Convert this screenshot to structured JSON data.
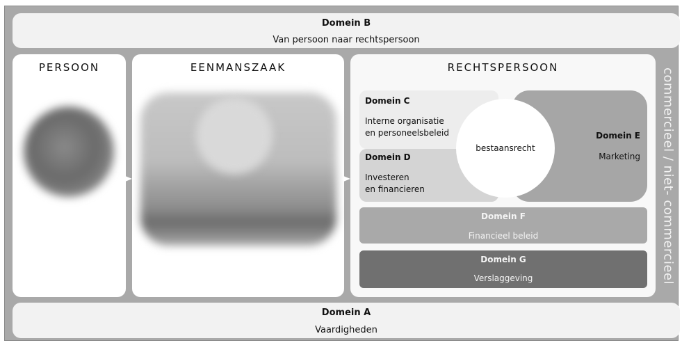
{
  "domein_b": {
    "title": "Domein B",
    "subtitle": "Van persoon naar rechtspersoon"
  },
  "domein_a": {
    "title": "Domein A",
    "subtitle": "Vaardigheden"
  },
  "panels": {
    "persoon": "PERSOON",
    "eenmanszaak": "EENMANSZAAK",
    "rechtspersoon": "RECHTSPERSOON"
  },
  "domein_c": {
    "title": "Domein C",
    "line1": "Interne organisatie",
    "line2": "en personeelsbeleid"
  },
  "domein_d": {
    "title": "Domein D",
    "line1": "Investeren",
    "line2": "en financieren"
  },
  "domein_e": {
    "title": "Domein E",
    "subtitle": "Marketing"
  },
  "center": "bestaansrecht",
  "domein_f": {
    "title": "Domein F",
    "subtitle": "Financieel beleid"
  },
  "domein_g": {
    "title": "Domein G",
    "subtitle": "Verslaggeving"
  },
  "side_label": "commercieel / niet- commercieel"
}
